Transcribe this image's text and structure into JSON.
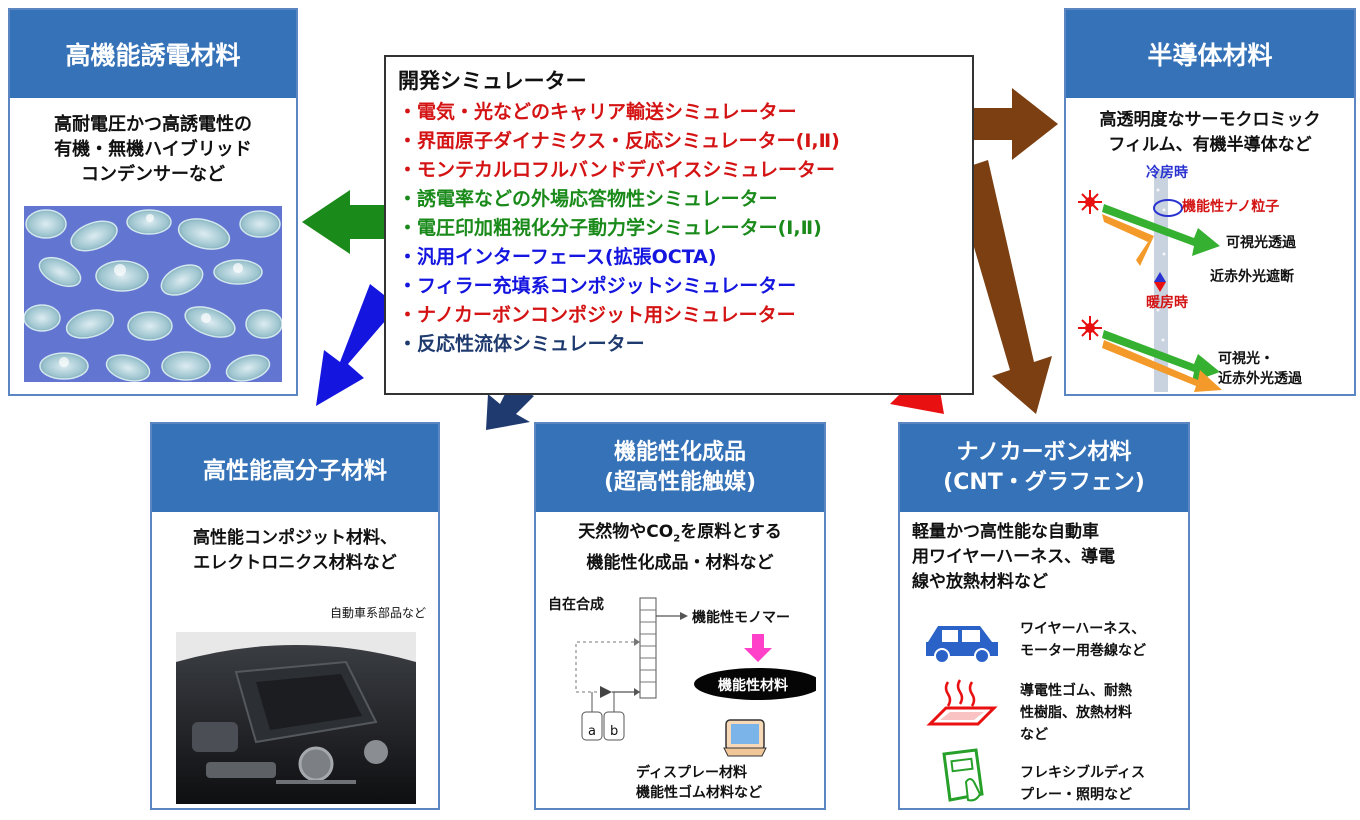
{
  "simulator": {
    "title": "開発シミュレーター",
    "items": [
      {
        "text": "・電気・光などのキャリア輸送シミュレーター",
        "color": "#d41414"
      },
      {
        "text": "・界面原子ダイナミクス・反応シミュレーター(Ⅰ,Ⅱ)",
        "color": "#d41414"
      },
      {
        "text": "・モンテカルロフルバンドデバイスシミュレーター",
        "color": "#d41414"
      },
      {
        "text": "・誘電率などの外場応答物性シミュレーター",
        "color": "#1a8a1a"
      },
      {
        "text": "・電圧印加粗視化分子動力学シミュレーター(Ⅰ,Ⅱ)",
        "color": "#1a8a1a"
      },
      {
        "text": "・汎用インターフェース(拡張OCTA)",
        "color": "#1515e0"
      },
      {
        "text": "・フィラー充填系コンポジットシミュレーター",
        "color": "#1515e0"
      },
      {
        "text": "・ナノカーボンコンポジット用シミュレーター",
        "color": "#d41414"
      },
      {
        "text": "・反応性流体シミュレーター",
        "color": "#1f3a6e"
      }
    ]
  },
  "dielectric": {
    "header": "高機能誘電材料",
    "description": [
      "高耐電圧かつ高誘電性の",
      "有機・無機ハイブリッド",
      "コンデンサーなど"
    ]
  },
  "semiconductor": {
    "header": "半導体材料",
    "description": [
      "高透明度なサーモクロミック",
      "フィルム、有機半導体など"
    ],
    "cooling": "冷房時",
    "nanoparticle": "機能性ナノ粒子",
    "visible_transmission": "可視光透過",
    "nir_block": "近赤外光遮断",
    "heating": "暖房時",
    "visible_nir_line1": "可視光・",
    "visible_nir_line2": "近赤外光透過"
  },
  "polymer": {
    "header": "高性能高分子材料",
    "description": [
      "高性能コンポジット材料、",
      "エレクトロニクス材料など"
    ],
    "photo_caption": "自動車系部品など"
  },
  "chemical": {
    "header_line1": "機能性化成品",
    "header_line2": "(超高性能触媒)",
    "description_line1_a": "天然物やCO",
    "description_line1_sub": "2",
    "description_line1_b": "を原料とする",
    "description_line2": "機能性化成品・材料など",
    "synthesis": "自在合成",
    "monomer": "機能性モノマー",
    "material": "機能性材料",
    "vessel_a": "a",
    "vessel_b": "b",
    "display_line1": "ディスプレー材料",
    "display_line2": "機能性ゴム材料など"
  },
  "nanocarbon": {
    "header_line1": "ナノカーボン材料",
    "header_line2": "(CNT・グラフェン)",
    "description": [
      "軽量かつ高性能な自動車",
      "用ワイヤーハーネス、導電",
      "線や放熱材料など"
    ],
    "car_text": [
      "ワイヤーハーネス、",
      "モーター用巻線など"
    ],
    "rubber_text": [
      "導電性ゴム、耐熱",
      "性樹脂、放熱材料",
      "など"
    ],
    "flex_text": [
      "フレキシブルディス",
      "プレー・照明など"
    ]
  },
  "colors": {
    "header_blue": "#3572b8",
    "border_blue": "#5b86c2",
    "arrow_green": "#1a8a1a",
    "arrow_blue": "#1515e0",
    "arrow_red": "#e81010",
    "arrow_brown": "#7b3f12",
    "arrow_navy": "#1f3a6e"
  }
}
